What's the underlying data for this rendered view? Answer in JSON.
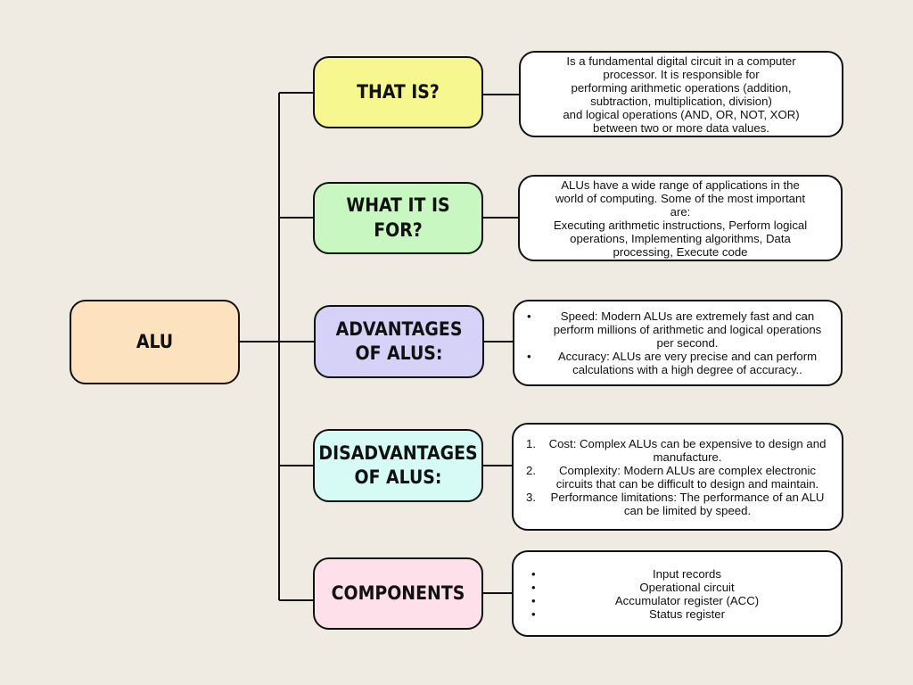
{
  "root": {
    "label": "ALU",
    "color": "#fde2bf"
  },
  "branches": [
    {
      "key": "that-is",
      "label": "THAT IS?",
      "color": "#f7f78f",
      "text": [
        "Is a fundamental digital circuit in a computer",
        "processor. It is responsible for",
        "performing arithmetic operations (addition,",
        "subtraction, multiplication, division)",
        "and logical operations (AND, OR, NOT, XOR)",
        "between two or more data values."
      ]
    },
    {
      "key": "what-it-is-for",
      "label": "WHAT IT IS FOR?",
      "color": "#c9f7c2",
      "text": [
        "ALUs have a wide range of applications in the",
        "world of computing. Some of the most important",
        "are:",
        "Executing arithmetic instructions, Perform logical",
        "operations, Implementing algorithms, Data",
        "processing, Execute code"
      ]
    },
    {
      "key": "advantages",
      "label": "ADVANTAGES OF ALUS:",
      "color": "#d6d1f7",
      "items": [
        "Speed: Modern ALUs are extremely fast and can perform millions of arithmetic and logical operations per second.",
        "Accuracy: ALUs are very precise and can perform calculations with a high degree of accuracy.."
      ]
    },
    {
      "key": "disadvantages",
      "label": "DISADVANTAGES OF ALUS:",
      "color": "#d6fbf5",
      "items": [
        "Cost: Complex ALUs can be expensive to design and manufacture.",
        "Complexity: Modern ALUs are complex electronic circuits that can be difficult to design and maintain.",
        "Performance limitations: The performance of an ALU can be limited by speed."
      ]
    },
    {
      "key": "components",
      "label": "COMPONENTS",
      "color": "#fde0ea",
      "items": [
        "Input records",
        "Operational circuit",
        "Accumulator register (ACC)",
        "Status register"
      ]
    }
  ]
}
